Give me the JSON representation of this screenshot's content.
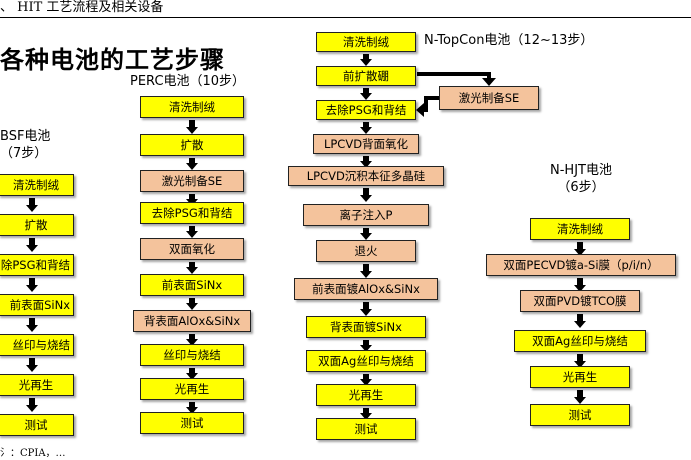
{
  "heading": "、 HIT 工艺流程及相关设备",
  "footer": "氵：CPIA，…",
  "main_title": "各种电池的工艺步骤",
  "colors": {
    "step": "#ffff00",
    "extra_step": "#f4c39c",
    "arrow": "#000000"
  },
  "bsf": {
    "title_line1": "BSF电池",
    "title_line2": "（7步）",
    "steps": [
      "清洗制绒",
      "扩散",
      "除PSG和背结",
      "前表面SiNx",
      "丝印与烧结",
      "光再生",
      "测试"
    ]
  },
  "perc": {
    "title": "PERC电池（10步）",
    "steps": [
      "清洗制绒",
      "扩散",
      "激光制备SE",
      "去除PSG和背结",
      "双面氧化",
      "前表面SiNx",
      "背表面AlOx&SiNx",
      "丝印与烧结",
      "光再生",
      "测试"
    ]
  },
  "topcon": {
    "title": "N-TopCon电池（12~13步）",
    "steps": [
      "清洗制绒",
      "前扩散硼",
      "去除PSG和背结",
      "LPCVD背面氧化",
      "LPCVD沉积本征多晶硅",
      "离子注入P",
      "退火",
      "前表面镀AlOx&SiNx",
      "背表面镀SiNx",
      "双面Ag丝印与烧结",
      "光再生",
      "测试"
    ],
    "optional_step": "激光制备SE"
  },
  "hjt": {
    "title_line1": "N-HJT电池",
    "title_line2": "（6步）",
    "steps": [
      "清洗制绒",
      "双面PECVD镀a-Si膜（p/i/n）",
      "双面PVD镀TCO膜",
      "双面Ag丝印与烧结",
      "光再生",
      "测试"
    ]
  }
}
